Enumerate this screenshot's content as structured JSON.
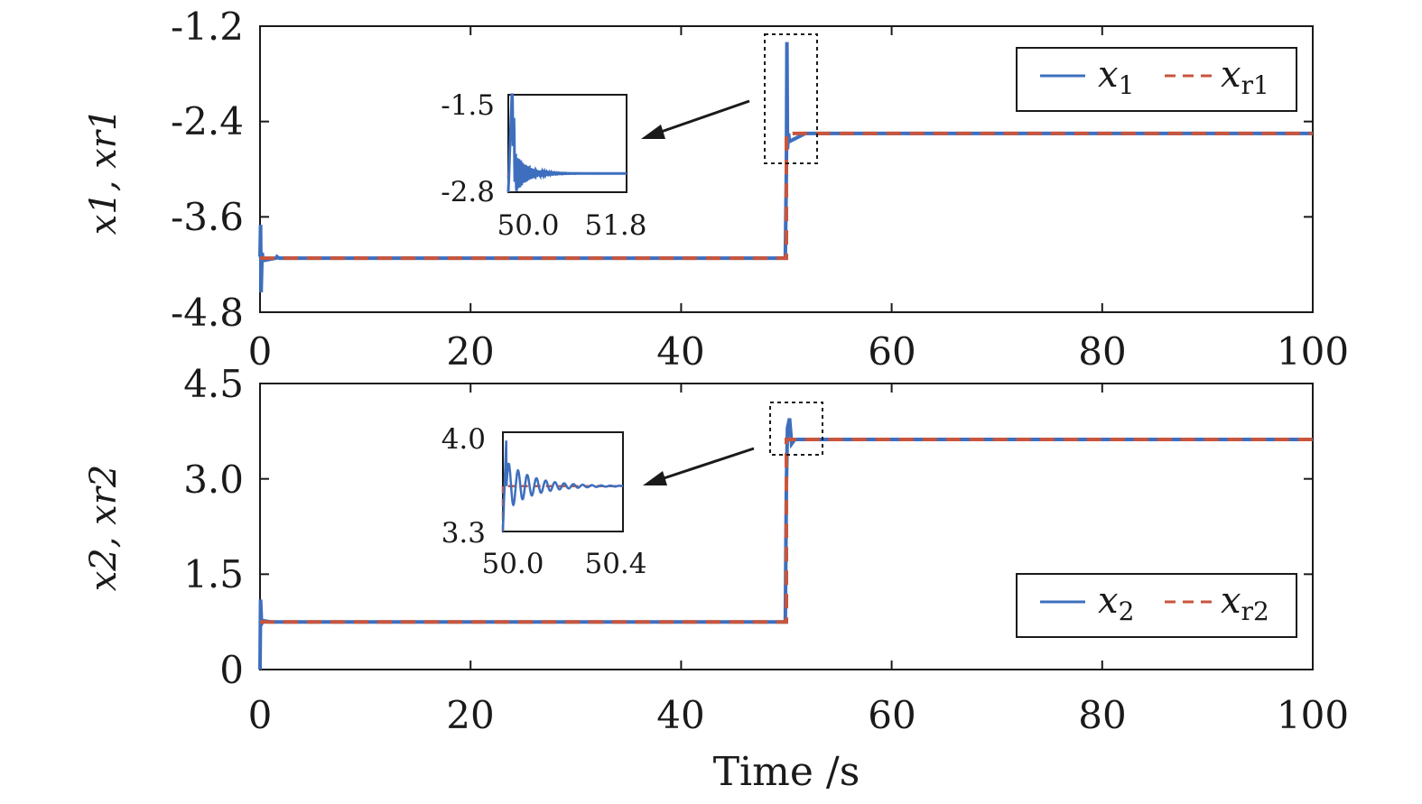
{
  "chart_data": [
    {
      "type": "line",
      "ylabel": "x1, xr1",
      "xlim": [
        0,
        100
      ],
      "ylim": [
        -4.8,
        -1.2
      ],
      "xticks": [
        "0",
        "20",
        "40",
        "60",
        "80",
        "100"
      ],
      "yticks": [
        "-1.2",
        "-2.4",
        "-3.6",
        "-4.8"
      ],
      "legend": {
        "position": "top-right",
        "entries": [
          "x1",
          "xr1"
        ]
      },
      "series": [
        {
          "name": "x1",
          "color": "#3e6fbe",
          "style": "solid",
          "points": [
            [
              0,
              -4.1
            ],
            [
              0.05,
              -3.7
            ],
            [
              0.1,
              -4.55
            ],
            [
              0.2,
              -4.05
            ],
            [
              0.3,
              -4.15
            ],
            [
              1.5,
              -4.12
            ],
            [
              1.6,
              -4.1
            ],
            [
              1.8,
              -4.12
            ],
            [
              49.9,
              -4.12
            ],
            [
              50.0,
              -3.0
            ],
            [
              50.05,
              -1.4
            ],
            [
              50.1,
              -2.75
            ],
            [
              50.2,
              -2.55
            ],
            [
              50.3,
              -2.65
            ],
            [
              51.8,
              -2.55
            ],
            [
              52,
              -2.55
            ],
            [
              100,
              -2.55
            ]
          ]
        },
        {
          "name": "xr1",
          "color": "#c8553d",
          "style": "dashed",
          "points": [
            [
              0,
              -4.12
            ],
            [
              50,
              -4.12
            ],
            [
              50,
              -2.55
            ],
            [
              100,
              -2.55
            ]
          ]
        }
      ],
      "inset": {
        "xticks": [
          "50.0",
          "51.8"
        ],
        "yticks": [
          "-1.5",
          "-2.8"
        ],
        "xlim": [
          50.0,
          51.8
        ],
        "ylim": [
          -2.8,
          -1.5
        ]
      }
    },
    {
      "type": "line",
      "ylabel": "x2, xr2",
      "xlabel": "Time /s",
      "xlim": [
        0,
        100
      ],
      "ylim": [
        0,
        4.5
      ],
      "xticks": [
        "0",
        "20",
        "40",
        "60",
        "80",
        "100"
      ],
      "yticks": [
        "4.5",
        "3.0",
        "1.5",
        "0"
      ],
      "legend": {
        "position": "bottom-right",
        "entries": [
          "x2",
          "xr2"
        ]
      },
      "series": [
        {
          "name": "x2",
          "color": "#3e6fbe",
          "style": "solid",
          "points": [
            [
              0,
              0
            ],
            [
              0.05,
              1.1
            ],
            [
              0.15,
              0.72
            ],
            [
              0.3,
              0.77
            ],
            [
              1,
              0.75
            ],
            [
              49.9,
              0.75
            ],
            [
              50.0,
              2.9
            ],
            [
              50.1,
              3.8
            ],
            [
              50.3,
              3.95
            ],
            [
              50.5,
              3.55
            ],
            [
              50.8,
              3.62
            ],
            [
              52,
              3.62
            ],
            [
              100,
              3.62
            ]
          ]
        },
        {
          "name": "xr2",
          "color": "#c8553d",
          "style": "dashed",
          "points": [
            [
              0,
              0.75
            ],
            [
              50,
              0.75
            ],
            [
              50,
              3.62
            ],
            [
              100,
              3.62
            ]
          ]
        }
      ],
      "inset": {
        "xticks": [
          "50.0",
          "50.4"
        ],
        "yticks": [
          "4.0",
          "3.3"
        ],
        "xlim": [
          50.0,
          50.4
        ],
        "ylim": [
          3.3,
          4.0
        ]
      }
    }
  ],
  "colors": {
    "x": "#3e6fbe",
    "xr": "#c8553d",
    "axis": "#1a1a1a"
  }
}
